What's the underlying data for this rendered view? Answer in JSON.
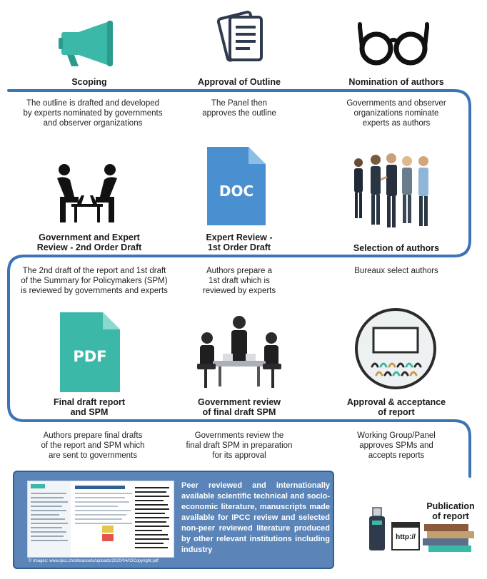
{
  "steps": {
    "scoping": {
      "title": "Scoping",
      "desc": [
        "The outline is drafted and developed",
        "by experts nominated by governments",
        "and observer organizations"
      ]
    },
    "approval_outline": {
      "title": "Approval of Outline",
      "desc": [
        "The Panel then",
        "approves the outline"
      ]
    },
    "nomination": {
      "title": "Nomination of authors",
      "desc": [
        "Governments and observer",
        "organizations nominate",
        "experts as authors"
      ]
    },
    "gov_expert_review": {
      "title": [
        "Government and Expert",
        "Review - 2nd Order Draft"
      ],
      "desc": [
        "The 2nd draft of the report and 1st draft",
        "of the Summary for Policymakers (SPM)",
        "is reviewed by governments and experts"
      ]
    },
    "expert_review": {
      "title": [
        "Expert Review -",
        "1st Order Draft"
      ],
      "desc": [
        "Authors prepare a",
        "1st draft which is",
        "reviewed by experts"
      ],
      "icon_label": "DOC"
    },
    "selection": {
      "title": "Selection of authors",
      "desc": [
        "Bureaux select authors"
      ]
    },
    "final_draft": {
      "title": [
        "Final draft report",
        "and SPM"
      ],
      "desc": [
        "Authors prepare final drafts",
        "of the report and SPM which",
        "are sent to governments"
      ],
      "icon_label": "PDF"
    },
    "gov_review_final": {
      "title": [
        "Government review",
        "of final draft SPM"
      ],
      "desc": [
        "Governments review the",
        "final draft SPM in preparation",
        "for its approval"
      ]
    },
    "approval_acceptance": {
      "title": [
        "Approval & acceptance",
        "of report"
      ],
      "desc": [
        "Working Group/Panel",
        "approves SPMs and",
        "accepts reports"
      ]
    }
  },
  "literature": {
    "text": "Peer reviewed and internationally available scientific technical and socio-economic literature, manuscripts made available for IPCC review and selected non-peer reviewed literature produced by other relevant institutions including industry",
    "credit": "© Images: www.ipcc.ch/site/assets/uploads/2020/04/IOCopyright.pdf"
  },
  "publication": {
    "title": [
      "Publication",
      "of report"
    ],
    "browser_text": "http://"
  },
  "colors": {
    "route": "#3d74b7",
    "teal": "#3cb8a8",
    "doc_blue": "#4a8fcf",
    "box": "#5b85b8"
  }
}
